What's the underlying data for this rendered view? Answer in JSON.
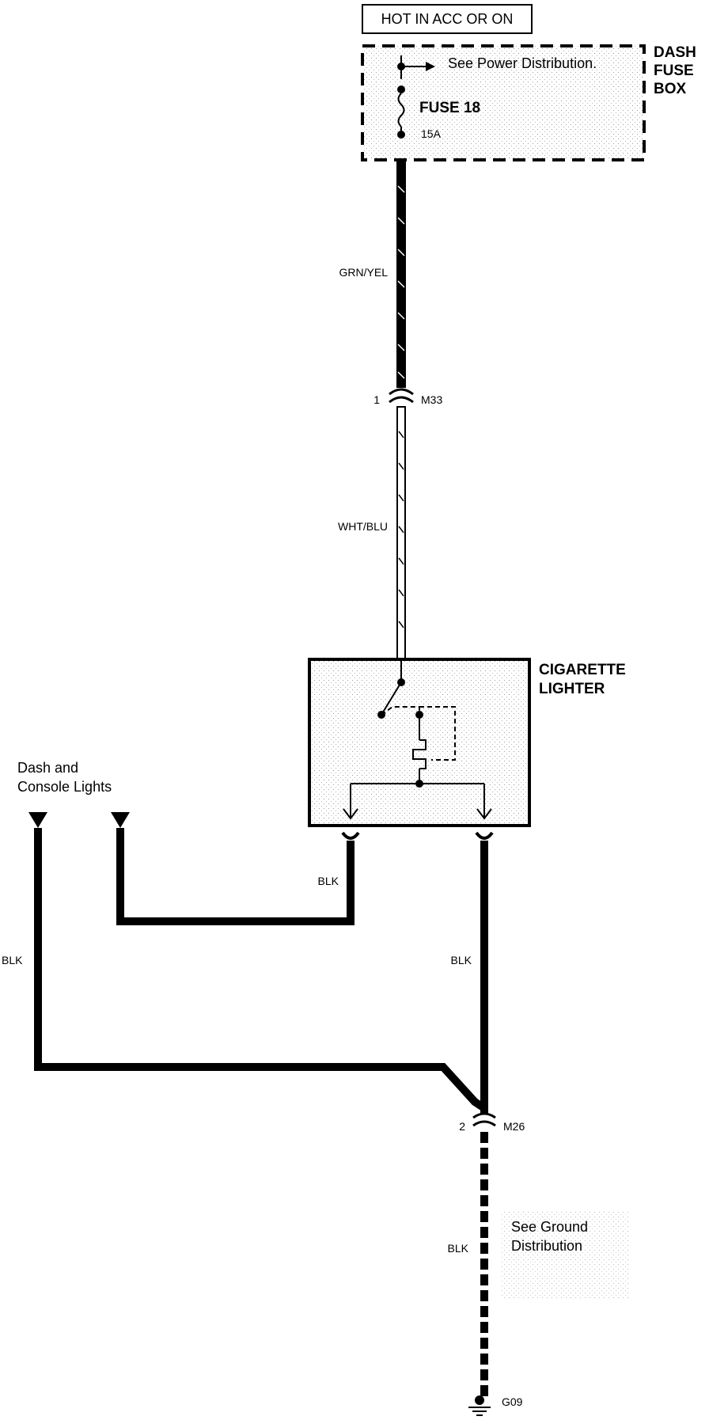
{
  "power_source": "HOT IN ACC OR ON",
  "fuse_box": {
    "title_line1": "DASH",
    "title_line2": "FUSE",
    "title_line3": "BOX",
    "see_note": "See Power Distribution.",
    "fuse_name": "FUSE 18",
    "fuse_rating": "15A"
  },
  "wires": {
    "fuse_to_m33": "GRN/YEL",
    "m33_to_lighter": "WHT/BLU",
    "lighter_left_to_lights": "BLK",
    "lighter_right_to_m26": "BLK",
    "lights_far_left": "BLK",
    "m26_to_ground": "BLK"
  },
  "connectors": {
    "m33": {
      "pin": "1",
      "name": "M33"
    },
    "m26": {
      "pin": "2",
      "name": "M26"
    }
  },
  "lighter": {
    "title_line1": "CIGARETTE",
    "title_line2": "LIGHTER"
  },
  "dash_lights": {
    "line1": "Dash and",
    "line2": "Console Lights"
  },
  "ground": {
    "note_line1": "See Ground",
    "note_line2": "Distribution",
    "name": "G09"
  },
  "colors": {
    "ink": "#000000",
    "shade": "#bdbdbd",
    "background": "#ffffff"
  }
}
